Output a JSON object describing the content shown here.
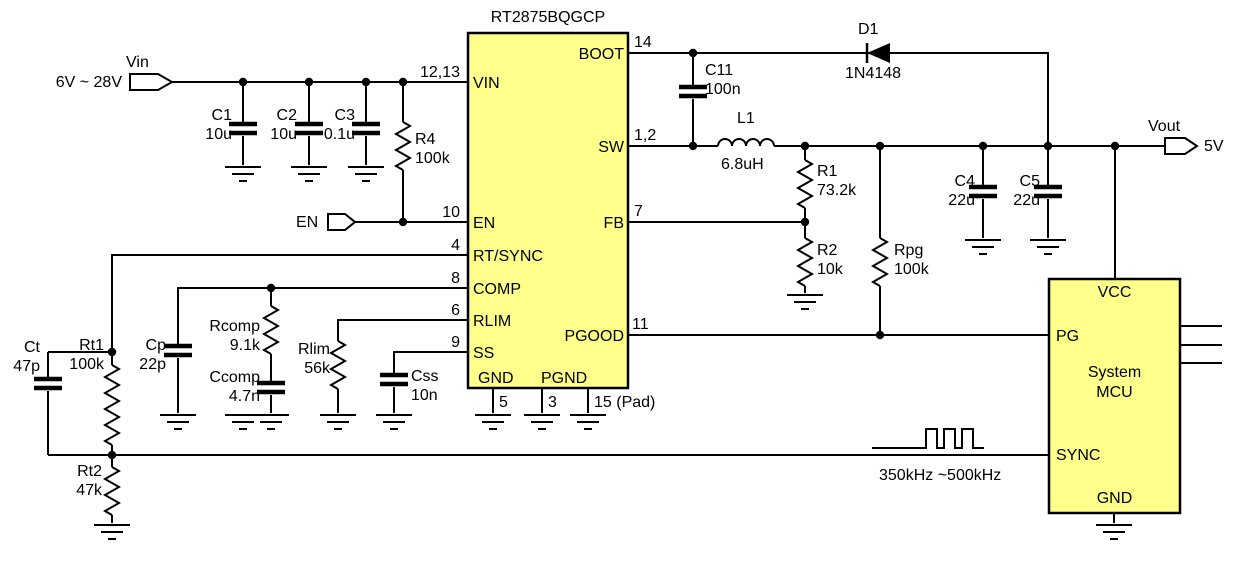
{
  "ic": {
    "title": "RT2875BQGCP",
    "pins": {
      "vin": {
        "name": "VIN",
        "num": "12,13"
      },
      "en": {
        "name": "EN",
        "num": "10"
      },
      "rtsync": {
        "name": "RT/SYNC",
        "num": "4"
      },
      "comp": {
        "name": "COMP",
        "num": "8"
      },
      "rlim": {
        "name": "RLIM",
        "num": "6"
      },
      "ss": {
        "name": "SS",
        "num": "9"
      },
      "boot": {
        "name": "BOOT",
        "num": "14"
      },
      "sw": {
        "name": "SW",
        "num": "1,2"
      },
      "fb": {
        "name": "FB",
        "num": "7"
      },
      "pgood": {
        "name": "PGOOD",
        "num": "11"
      },
      "gnd": {
        "name": "GND",
        "num": "5"
      },
      "pgnd": {
        "name": "PGND",
        "num": "3"
      },
      "pad": {
        "num": "15 (Pad)"
      }
    }
  },
  "mcu": {
    "name_line1": "System",
    "name_line2": "MCU",
    "pins": {
      "vcc": "VCC",
      "pg": "PG",
      "sync": "SYNC",
      "gnd": "GND"
    }
  },
  "ports": {
    "vin": {
      "name": "Vin",
      "range": "6V ~ 28V"
    },
    "en": {
      "name": "EN"
    },
    "vout": {
      "name": "Vout",
      "value": "5V"
    }
  },
  "components": {
    "c1": {
      "ref": "C1",
      "value": "10u"
    },
    "c2": {
      "ref": "C2",
      "value": "10u"
    },
    "c3": {
      "ref": "C3",
      "value": "0.1u"
    },
    "r4": {
      "ref": "R4",
      "value": "100k"
    },
    "c11": {
      "ref": "C11",
      "value": "100n"
    },
    "d1": {
      "ref": "D1",
      "value": "1N4148"
    },
    "l1": {
      "ref": "L1",
      "value": "6.8uH"
    },
    "r1": {
      "ref": "R1",
      "value": "73.2k"
    },
    "r2": {
      "ref": "R2",
      "value": "10k"
    },
    "rpg": {
      "ref": "Rpg",
      "value": "100k"
    },
    "c4": {
      "ref": "C4",
      "value": "22u"
    },
    "c5": {
      "ref": "C5",
      "value": "22u"
    },
    "ct": {
      "ref": "Ct",
      "value": "47p"
    },
    "rt1": {
      "ref": "Rt1",
      "value": "100k"
    },
    "rt2": {
      "ref": "Rt2",
      "value": "47k"
    },
    "cp": {
      "ref": "Cp",
      "value": "22p"
    },
    "rcomp": {
      "ref": "Rcomp",
      "value": "9.1k"
    },
    "ccomp": {
      "ref": "Ccomp",
      "value": "4.7n"
    },
    "rlim": {
      "ref": "Rlim",
      "value": "56k"
    },
    "css": {
      "ref": "Css",
      "value": "10n"
    }
  },
  "annotations": {
    "sync_freq": "350kHz ~500kHz"
  },
  "colors": {
    "ic_fill": "#FFFF8C",
    "wire": "#000000",
    "background": "#FFFFFF"
  }
}
